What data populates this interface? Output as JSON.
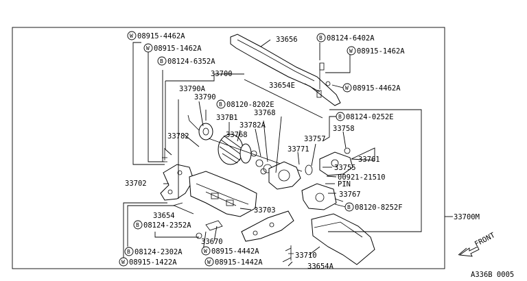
{
  "diagram": {
    "assembly_label": "33700M",
    "front_label": "FRONT",
    "code": "A336B 0005",
    "callouts": [
      {
        "id": "c1",
        "prefix": "W",
        "text": "08915-4462A"
      },
      {
        "id": "c2",
        "prefix": "W",
        "text": "08915-1462A"
      },
      {
        "id": "c3",
        "prefix": "B",
        "text": "08124-6352A"
      },
      {
        "id": "c4",
        "prefix": "",
        "text": "33700"
      },
      {
        "id": "c5",
        "prefix": "",
        "text": "33790A"
      },
      {
        "id": "c6",
        "prefix": "",
        "text": "33790"
      },
      {
        "id": "c7",
        "prefix": "B",
        "text": "08120-8202E"
      },
      {
        "id": "c8",
        "prefix": "",
        "text": "33768"
      },
      {
        "id": "c9",
        "prefix": "",
        "text": "337B1"
      },
      {
        "id": "c10",
        "prefix": "",
        "text": "33782A"
      },
      {
        "id": "c11",
        "prefix": "",
        "text": "33768"
      },
      {
        "id": "c12",
        "prefix": "",
        "text": "33782"
      },
      {
        "id": "c13",
        "prefix": "",
        "text": "33656"
      },
      {
        "id": "c14",
        "prefix": "B",
        "text": "08124-6402A"
      },
      {
        "id": "c15",
        "prefix": "W",
        "text": "08915-1462A"
      },
      {
        "id": "c16",
        "prefix": "",
        "text": "33654E"
      },
      {
        "id": "c17",
        "prefix": "W",
        "text": "08915-4462A"
      },
      {
        "id": "c18",
        "prefix": "B",
        "text": "08124-0252E"
      },
      {
        "id": "c19",
        "prefix": "",
        "text": "33758"
      },
      {
        "id": "c20",
        "prefix": "",
        "text": "33757"
      },
      {
        "id": "c21",
        "prefix": "",
        "text": "33771"
      },
      {
        "id": "c22",
        "prefix": "",
        "text": "33761"
      },
      {
        "id": "c23",
        "prefix": "",
        "text": "33755"
      },
      {
        "id": "c24",
        "prefix": "",
        "text": "00921-21510"
      },
      {
        "id": "c25",
        "prefix": "",
        "text": "PIN"
      },
      {
        "id": "c26",
        "prefix": "",
        "text": "33767"
      },
      {
        "id": "c27",
        "prefix": "B",
        "text": "08120-8252F"
      },
      {
        "id": "c28",
        "prefix": "",
        "text": "33702"
      },
      {
        "id": "c29",
        "prefix": "",
        "text": "33654"
      },
      {
        "id": "c30",
        "prefix": "",
        "text": "33703"
      },
      {
        "id": "c31",
        "prefix": "B",
        "text": "08124-2352A"
      },
      {
        "id": "c32",
        "prefix": "",
        "text": "33670"
      },
      {
        "id": "c33",
        "prefix": "B",
        "text": "08124-2302A"
      },
      {
        "id": "c34",
        "prefix": "W",
        "text": "08915-4442A"
      },
      {
        "id": "c35",
        "prefix": "W",
        "text": "08915-1422A"
      },
      {
        "id": "c36",
        "prefix": "W",
        "text": "08915-1442A"
      },
      {
        "id": "c37",
        "prefix": "",
        "text": "33710"
      },
      {
        "id": "c38",
        "prefix": "",
        "text": "33654A"
      }
    ]
  }
}
